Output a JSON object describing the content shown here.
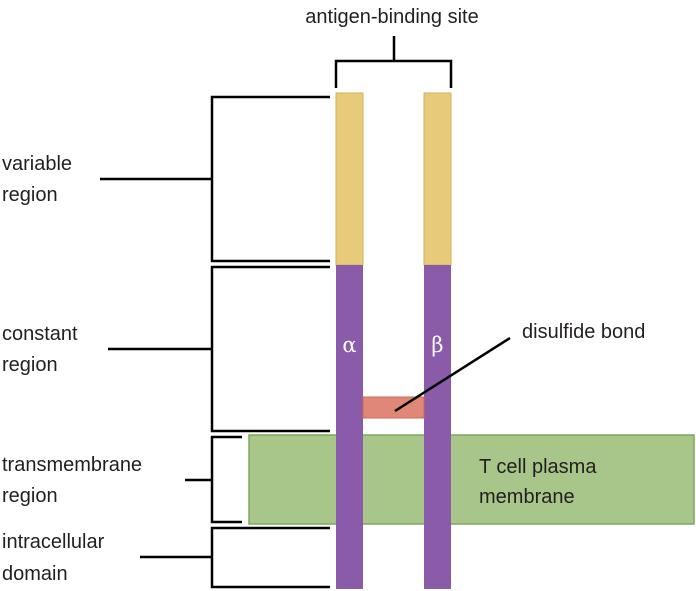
{
  "labels": {
    "antigen_binding_site": "antigen-binding site",
    "variable_region": [
      "variable",
      "region"
    ],
    "constant_region": [
      "constant",
      "region"
    ],
    "transmembrane_region": [
      "transmembrane",
      "region"
    ],
    "intracellular_domain": [
      "intracellular",
      "domain"
    ],
    "disulfide_bond": "disulfide bond",
    "plasma_membrane": [
      "T cell plasma",
      "membrane"
    ],
    "alpha_chain": "α",
    "beta_chain": "β"
  },
  "colors": {
    "variable_region": "#e8cb7a",
    "constant_chain": "#8a5ba8",
    "disulfide_bond": "#e08878",
    "membrane": "#a8c58a",
    "membrane_border": "#7da85a"
  }
}
